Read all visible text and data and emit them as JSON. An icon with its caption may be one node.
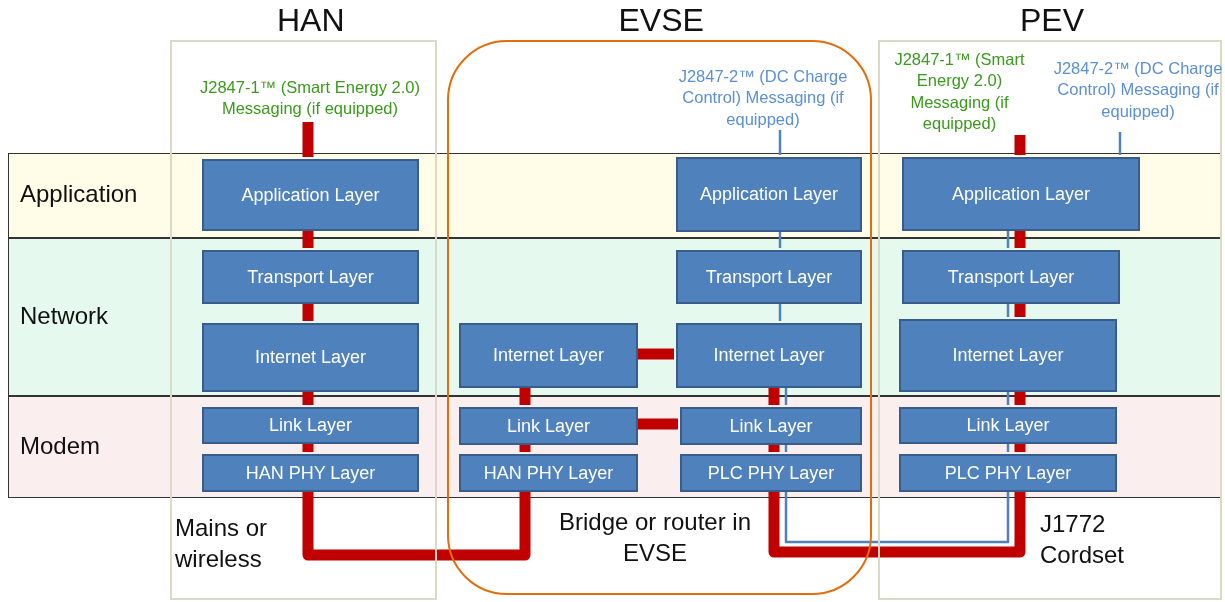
{
  "diagram": {
    "nodes": [
      {
        "text": [
          "HAN"
        ]
      },
      {
        "text": [
          "EVSE"
        ]
      },
      {
        "text": [
          "PEV"
        ]
      },
      {
        "text": [
          "Application Layer"
        ],
        "in": 0
      },
      {
        "text": [
          "Transport Layer"
        ],
        "in": 0
      },
      {
        "text": [
          "Internet Layer"
        ],
        "in": 0
      },
      {
        "text": [
          "Link Layer"
        ],
        "in": 0
      },
      {
        "text": [
          "HAN PHY Layer"
        ],
        "in": 0
      },
      {
        "text": [
          "Application Layer"
        ],
        "in": 1
      },
      {
        "text": [
          "Transport Layer"
        ],
        "in": 1
      },
      {
        "text": [
          "Internet Layer"
        ],
        "in": 1
      },
      {
        "text": [
          "Internet Layer"
        ],
        "in": 1
      },
      {
        "text": [
          "Link Layer"
        ],
        "in": 1
      },
      {
        "text": [
          "Link Layer"
        ],
        "in": 1
      },
      {
        "text": [
          "HAN PHY Layer"
        ],
        "in": 1
      },
      {
        "text": [
          "PLC PHY Layer"
        ],
        "in": 1
      },
      {
        "text": [
          "Application Layer"
        ],
        "in": 2
      },
      {
        "text": [
          "Transport Layer"
        ],
        "in": 2
      },
      {
        "text": [
          "Internet Layer"
        ],
        "in": 2
      },
      {
        "text": [
          "Link Layer"
        ],
        "in": 2
      },
      {
        "text": [
          "PLC PHY Layer"
        ],
        "in": 2
      },
      {
        "text": [
          "J2847-1™ (Smart Energy 2.0) Messaging (if equipped)"
        ],
        "in": 0
      },
      {
        "text": [
          "J2847-2™ (DC Charge Control) Messaging (if equipped)"
        ],
        "in": 1
      },
      {
        "text": [
          "J2847-1™ (Smart Energy 2.0) Messaging (if equipped)"
        ],
        "in": 2
      },
      {
        "text": [
          "J2847-2™ (DC Charge Control) Messaging (if equipped)"
        ],
        "in": 2
      }
    ],
    "edges": [
      {
        "from": 21,
        "to": 3,
        "arrow": "none"
      },
      {
        "from": 3,
        "to": 4,
        "arrow": "none"
      },
      {
        "from": 4,
        "to": 5,
        "arrow": "none"
      },
      {
        "from": 5,
        "to": 6,
        "arrow": "none"
      },
      {
        "from": 6,
        "to": 7,
        "arrow": "none"
      },
      {
        "from": 7,
        "to": 14,
        "arrow": "none"
      },
      {
        "from": 14,
        "to": 12,
        "arrow": "none"
      },
      {
        "from": 12,
        "to": 10,
        "arrow": "none"
      },
      {
        "from": 10,
        "to": 11,
        "arrow": "none"
      },
      {
        "from": 12,
        "to": 13,
        "arrow": "none"
      },
      {
        "from": 11,
        "to": 13,
        "arrow": "none"
      },
      {
        "from": 13,
        "to": 15,
        "arrow": "none"
      },
      {
        "from": 15,
        "to": 20,
        "arrow": "none"
      },
      {
        "from": 20,
        "to": 19,
        "arrow": "none"
      },
      {
        "from": 19,
        "to": 18,
        "arrow": "none"
      },
      {
        "from": 18,
        "to": 17,
        "arrow": "none"
      },
      {
        "from": 17,
        "to": 16,
        "arrow": "none"
      },
      {
        "from": 16,
        "to": 23,
        "arrow": "none"
      },
      {
        "from": 22,
        "to": 8,
        "arrow": "none",
        "color": "#4f81bd"
      },
      {
        "from": 8,
        "to": 9,
        "arrow": "none",
        "color": "#4f81bd"
      },
      {
        "from": 9,
        "to": 11,
        "arrow": "none",
        "color": "#4f81bd"
      },
      {
        "from": 11,
        "to": 13,
        "arrow": "none",
        "color": "#4f81bd"
      },
      {
        "from": 13,
        "to": 15,
        "arrow": "none",
        "color": "#4f81bd"
      },
      {
        "from": 15,
        "to": 20,
        "arrow": "none",
        "color": "#4f81bd"
      },
      {
        "from": 20,
        "to": 19,
        "arrow": "none",
        "color": "#4f81bd"
      },
      {
        "from": 19,
        "to": 18,
        "arrow": "none",
        "color": "#4f81bd"
      },
      {
        "from": 18,
        "to": 17,
        "arrow": "none",
        "color": "#4f81bd"
      },
      {
        "from": 17,
        "to": 16,
        "arrow": "none",
        "color": "#4f81bd"
      },
      {
        "from": 16,
        "to": 24,
        "arrow": "none",
        "color": "#4f81bd"
      }
    ],
    "labels": [
      "Application",
      "Network",
      "Modem",
      "Mains or wireless",
      "Bridge or router in EVSE",
      "J1772 Cordset"
    ]
  }
}
